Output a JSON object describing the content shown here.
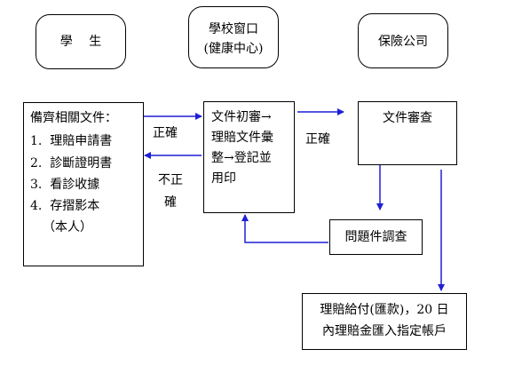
{
  "actors": {
    "student": "學　 生",
    "school_window_line1": "學校窗口",
    "school_window_line2": "(健康中心)",
    "insurer": "保險公司"
  },
  "documents": {
    "heading": "備齊相關文件：",
    "items": [
      "1.  理賠申請書",
      "2.  診斷證明書",
      "3.  看診收據",
      "4.  存摺影本"
    ],
    "note": "（本人）"
  },
  "school_process": {
    "line1": "文件初審→",
    "line2": "理賠文件彙",
    "line3": "整→登記並",
    "line4": "用印"
  },
  "insurer_review": "文件審查",
  "investigation": "問題件調查",
  "payout": {
    "line1": "理賠給付(匯款)，20 日",
    "line2": "內理賠金匯入指定帳戶"
  },
  "labels": {
    "correct_left": "正確",
    "correct_right": "正確",
    "incorrect_line1": "不正",
    "incorrect_line2": "確"
  },
  "colors": {
    "arrow": "#1f1fd6",
    "border": "#000000"
  }
}
